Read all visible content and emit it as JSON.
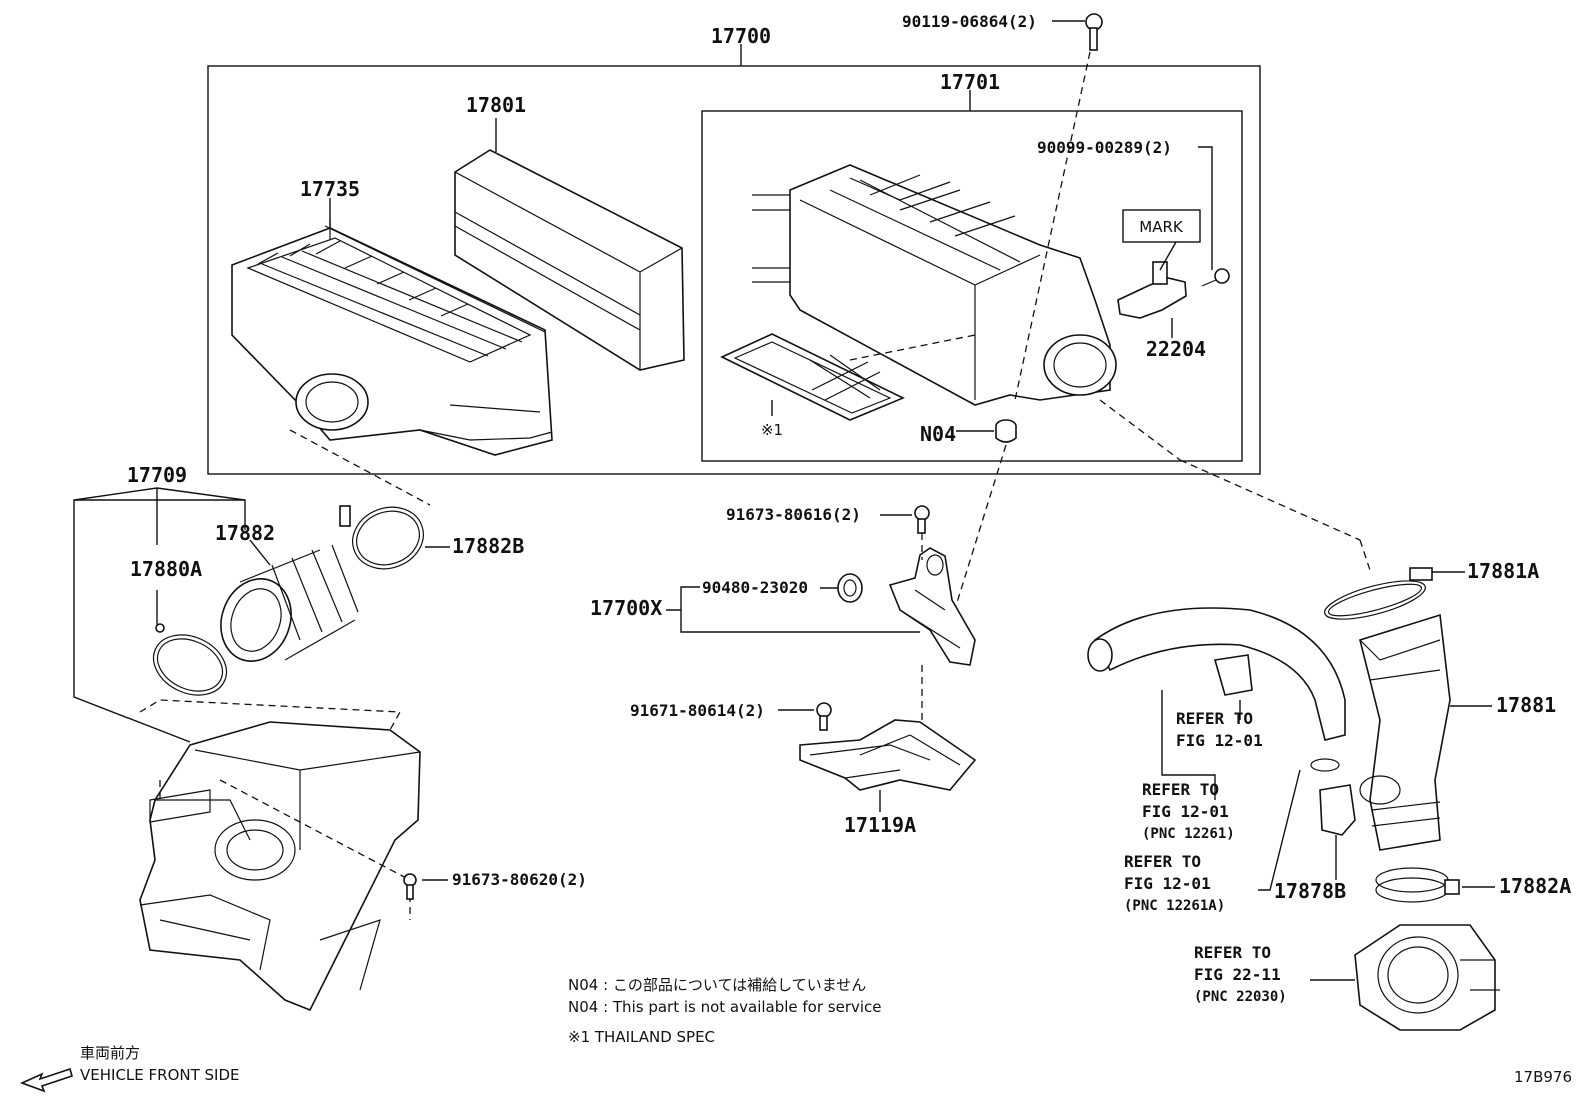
{
  "diagram": {
    "parts": {
      "p17700": "17700",
      "p17701": "17701",
      "p17801": "17801",
      "p17735": "17735",
      "p22204": "22204",
      "pN04": "N04",
      "pMark": "MARK",
      "pThai": "※1",
      "p17709": "17709",
      "p17882": "17882",
      "p17882B": "17882B",
      "p17880A": "17880A",
      "p17700X": "17700X",
      "p90480": "90480-23020",
      "p91673_616": "91673-80616(2)",
      "p91671_614": "91671-80614(2)",
      "p17119A": "17119A",
      "p91673_620": "91673-80620(2)",
      "p90119": "90119-06864(2)",
      "p90099": "90099-00289(2)",
      "p17881A": "17881A",
      "p17881": "17881",
      "p17878B": "17878B",
      "p17882A": "17882A"
    },
    "refs": {
      "r1": {
        "a": "REFER TO",
        "b": "FIG 12-01"
      },
      "r2": {
        "a": "REFER TO",
        "b": "FIG 12-01",
        "c": "(PNC 12261)"
      },
      "r3": {
        "a": "REFER TO",
        "b": "FIG 12-01",
        "c": "(PNC 12261A)"
      },
      "r4": {
        "a": "REFER TO",
        "b": "FIG 22-11",
        "c": "(PNC 22030)"
      }
    },
    "notes": {
      "n1": "N04 : この部品については補給していません",
      "n2": "N04 : This part is not available for service",
      "n3": "※1 THAILAND SPEC"
    },
    "front": {
      "jp": "車両前方",
      "en": "VEHICLE FRONT SIDE"
    },
    "code": "17B976"
  }
}
